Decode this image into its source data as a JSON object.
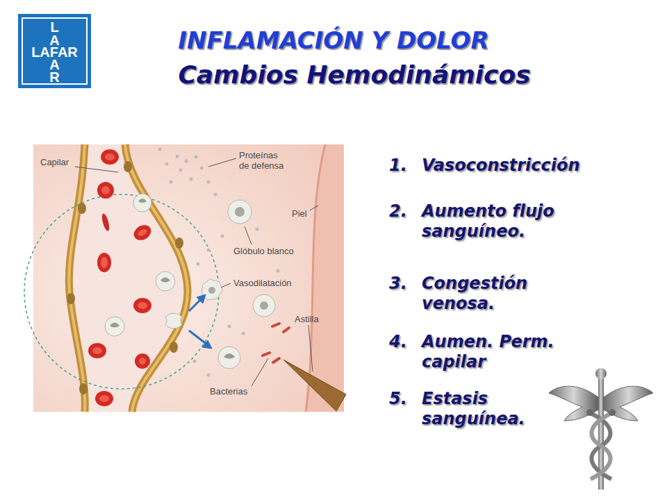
{
  "diagram": {
    "title": "INFLAMACIÓN Y DOLOR",
    "labels": [
      "L",
      "A",
      "LAFAR",
      "A",
      "R",
      "Cambios Hemodinámicos",
      "Capilar",
      "Proteínas de defensa",
      "Piel",
      "Glóbulo blanco",
      "Vasodilatación",
      "Astilla",
      "Bacterias",
      "1.",
      "Vasoconstricción",
      "2.",
      "Aumento flujo sanguíneo.",
      "3.",
      "Congestión venosa.",
      "4.",
      "Aumen. Perm. capilar",
      "5.",
      "Estasis sanguínea."
    ]
  }
}
